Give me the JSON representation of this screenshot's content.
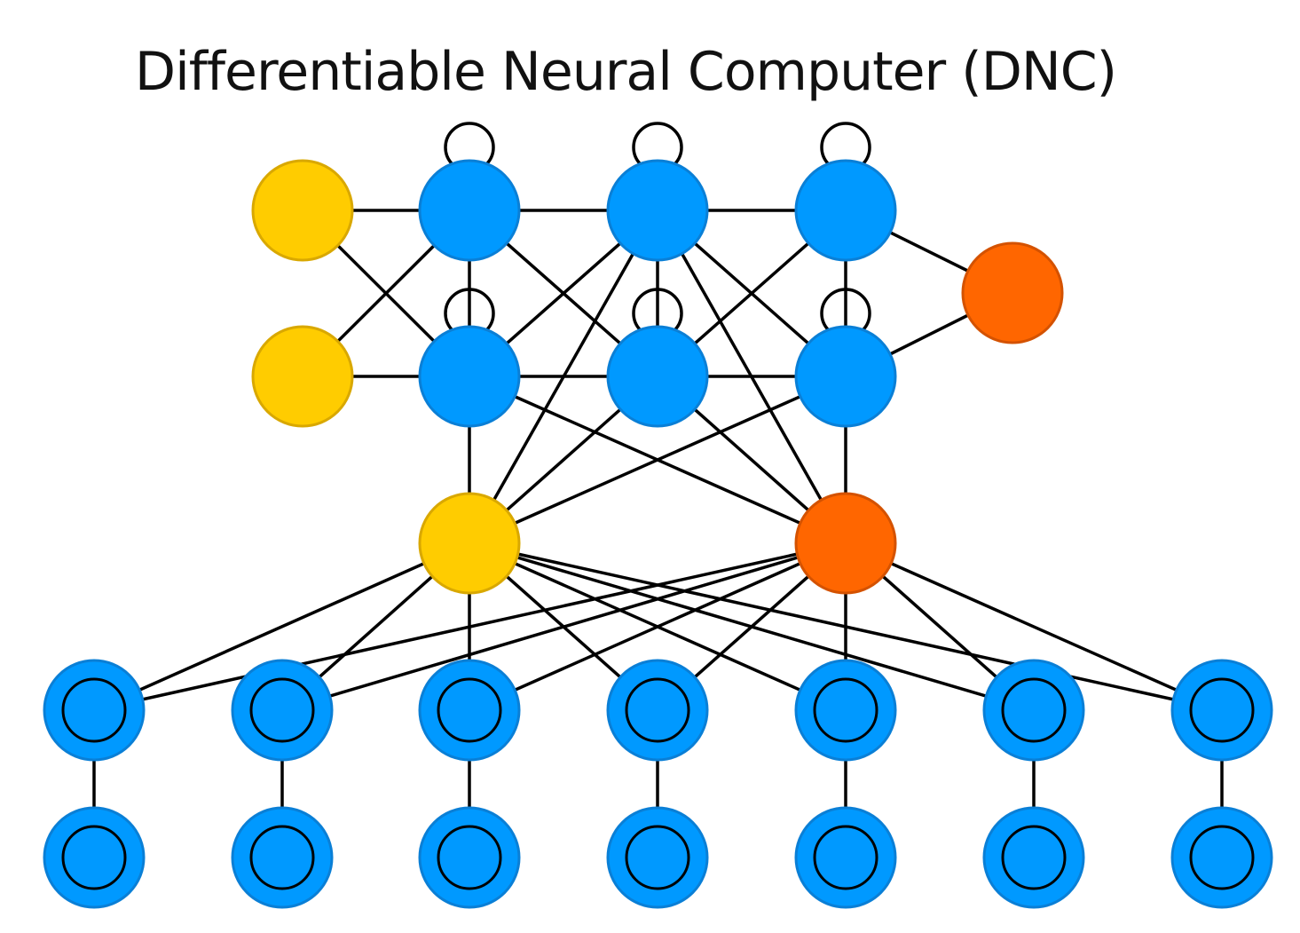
{
  "title": "Differentiable Neural Computer (DNC)",
  "colors": {
    "input": "#FFCC00",
    "input_stroke": "#D9A800",
    "hidden": "#0099FF",
    "hidden_stroke": "#0A7FD6",
    "output": "#FF6600",
    "output_stroke": "#D45200",
    "memory": "#0099FF",
    "memory_ring": "#000000",
    "edge": "#000000"
  },
  "node_types": {
    "input": "input-cell",
    "hidden": "recurrent-cell",
    "read": "read-head",
    "write": "write-head",
    "output": "output-cell",
    "memory": "memory-cell"
  }
}
